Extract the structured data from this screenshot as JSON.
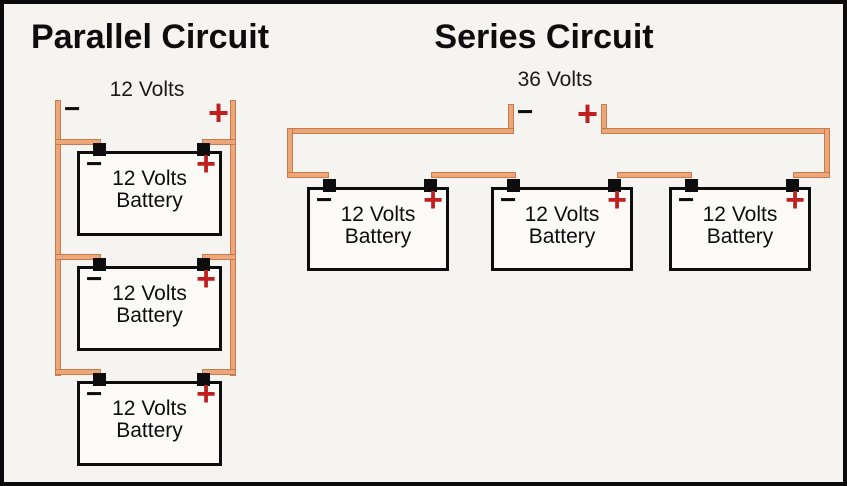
{
  "frame": {
    "background_color": "#F5F4F0",
    "border_color": "#0a0a0a"
  },
  "colors": {
    "wire": "#ECA678",
    "wire_edge": "#C67C4E",
    "plus_symbol": "#C01F1F",
    "minus_symbol": "#0d0d0d",
    "battery_border": "#0d0d0d"
  },
  "symbols": {
    "minus": "−",
    "plus": "+"
  },
  "parallel_circuit": {
    "title": "Parallel Circuit",
    "voltage": "12 Volts",
    "output_polarity": {
      "minus": "−",
      "plus": "+"
    },
    "battery_count": 3,
    "batteries": [
      {
        "line1": "12 Volts",
        "line2": "Battery",
        "minus": "−",
        "plus": "+"
      },
      {
        "line1": "12 Volts",
        "line2": "Battery",
        "minus": "−",
        "plus": "+"
      },
      {
        "line1": "12 Volts",
        "line2": "Battery",
        "minus": "−",
        "plus": "+"
      }
    ]
  },
  "series_circuit": {
    "title": "Series Circuit",
    "voltage": "36 Volts",
    "output_polarity": {
      "minus": "−",
      "plus": "+"
    },
    "battery_count": 3,
    "batteries": [
      {
        "line1": "12 Volts",
        "line2": "Battery",
        "minus": "−",
        "plus": "+"
      },
      {
        "line1": "12 Volts",
        "line2": "Battery",
        "minus": "−",
        "plus": "+"
      },
      {
        "line1": "12 Volts",
        "line2": "Battery",
        "minus": "−",
        "plus": "+"
      }
    ]
  }
}
